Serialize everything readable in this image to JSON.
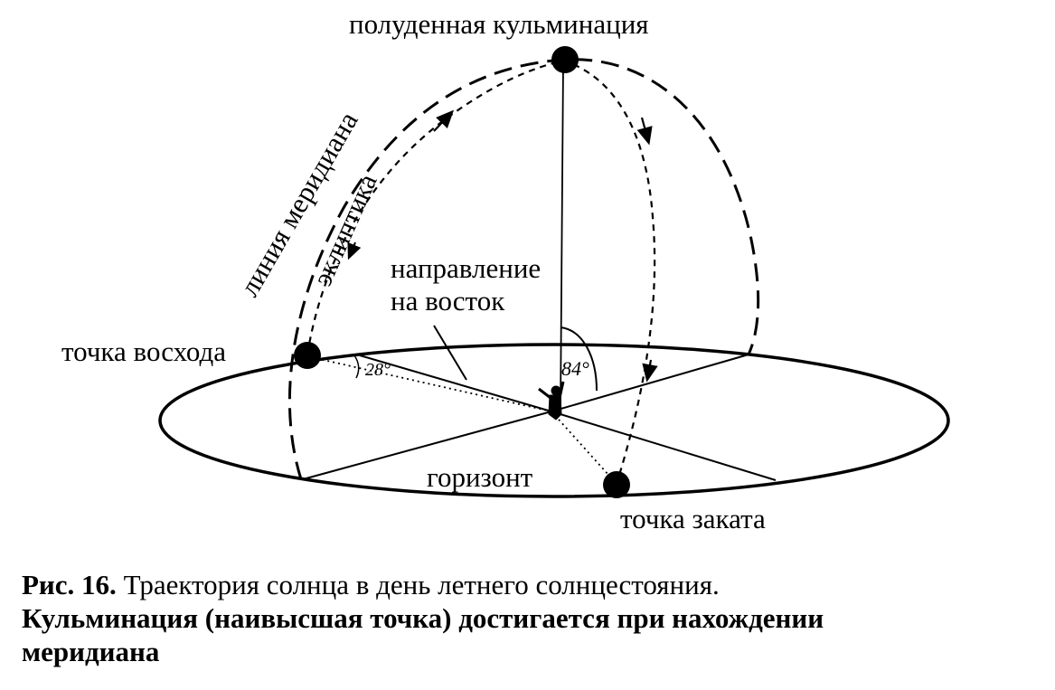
{
  "diagram": {
    "labels": {
      "culmination": "полуденная кульминация",
      "meridian_line": "линия меридиана",
      "ecliptic": "эклиптика",
      "east_direction_line1": "направление",
      "east_direction_line2": "на восток",
      "sunrise_point": "точка восхода",
      "sunset_point": "точка заката",
      "horizon": "горизонт",
      "angle_sunrise": "28°",
      "angle_altitude": "84°"
    }
  },
  "caption": {
    "figure_number": "Рис. 16.",
    "line1": " Траектория солнца в день летнего солнцестояния.",
    "line2": "Кульминация (наивысшая точка) достигается при нахождении",
    "line3": "меридиана"
  }
}
